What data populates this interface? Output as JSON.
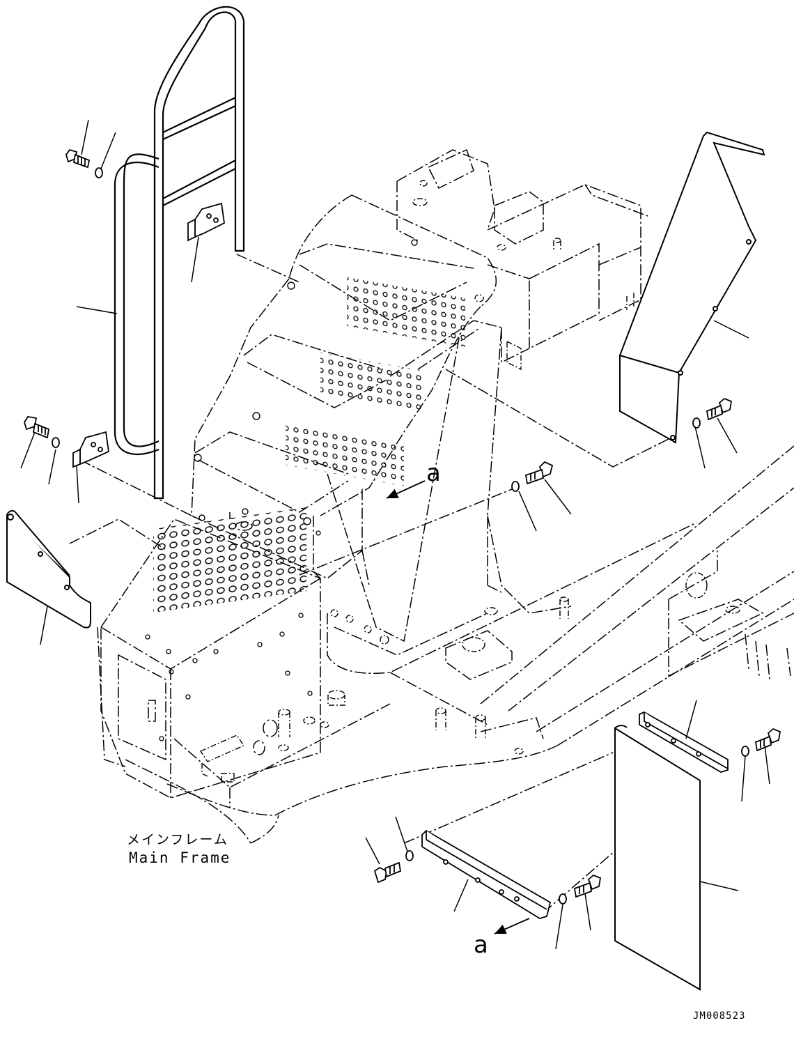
{
  "labels": {
    "main_frame_jp": "メインフレーム",
    "main_frame_en": "Main Frame",
    "view_a_top": "a",
    "view_a_bottom": "a",
    "drawing_id": "JM008523"
  },
  "colors": {
    "ink": "#000000",
    "paper": "#ffffff"
  }
}
